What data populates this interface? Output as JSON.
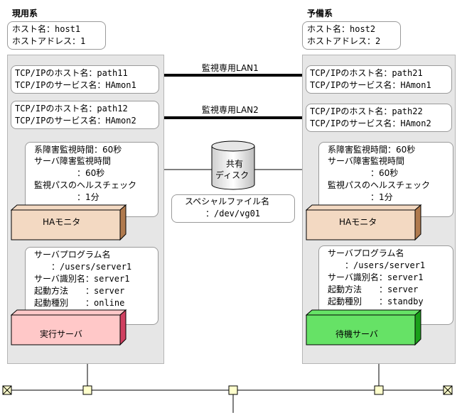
{
  "left": {
    "title": "現用系",
    "host_info": [
      "ホスト名：host1",
      "ホストアドレス：1"
    ],
    "tcp1": [
      "TCP/IPのホスト名：path11",
      "TCP/IPのサービス名：HAmon1"
    ],
    "tcp2": [
      "TCP/IPのホスト名：path12",
      "TCP/IPのサービス名：HAmon2"
    ],
    "monitor": [
      "系障害監視時間：60秒",
      "サーバ障害監視時間",
      "　　　　　：60秒",
      "監視パスのヘルスチェック",
      "　　　　　：1分"
    ],
    "hamonitor_label": "HAモニタ",
    "server": [
      "サーバプログラム名",
      "　　：/users/server1",
      "サーバ識別名：server1",
      "起動方法　　：server",
      "起動種別　　：online"
    ],
    "server_label": "実行サーバ"
  },
  "right": {
    "title": "予備系",
    "host_info": [
      "ホスト名：host2",
      "ホストアドレス：2"
    ],
    "tcp1": [
      "TCP/IPのホスト名：path21",
      "TCP/IPのサービス名：HAmon1"
    ],
    "tcp2": [
      "TCP/IPのホスト名：path22",
      "TCP/IPのサービス名：HAmon2"
    ],
    "monitor": [
      "系障害監視時間：60秒",
      "サーバ障害監視時間",
      "　　　　　：60秒",
      "監視パスのヘルスチェック",
      "　　　　　：1分"
    ],
    "hamonitor_label": "HAモニタ",
    "server": [
      "サーバプログラム名",
      "　　：/users/server1",
      "サーバ識別名：server1",
      "起動方法　　：server",
      "起動種別　　：standby"
    ],
    "server_label": "待機サーバ"
  },
  "center": {
    "lan1": "監視専用LAN1",
    "lan2": "監視専用LAN2",
    "disk": [
      "共有",
      "ディスク"
    ],
    "special_file": [
      "スペシャルファイル名",
      "：/dev/vg01"
    ]
  },
  "colors": {
    "panel": "#e6e6e6",
    "hamonitor_face": "#f3d9c2",
    "hamonitor_side": "#b07a4e",
    "active_face": "#ffc8c8",
    "active_side": "#d04060",
    "standby_face": "#66e266",
    "standby_side": "#1aa01a",
    "connector": "#ffffcc"
  }
}
